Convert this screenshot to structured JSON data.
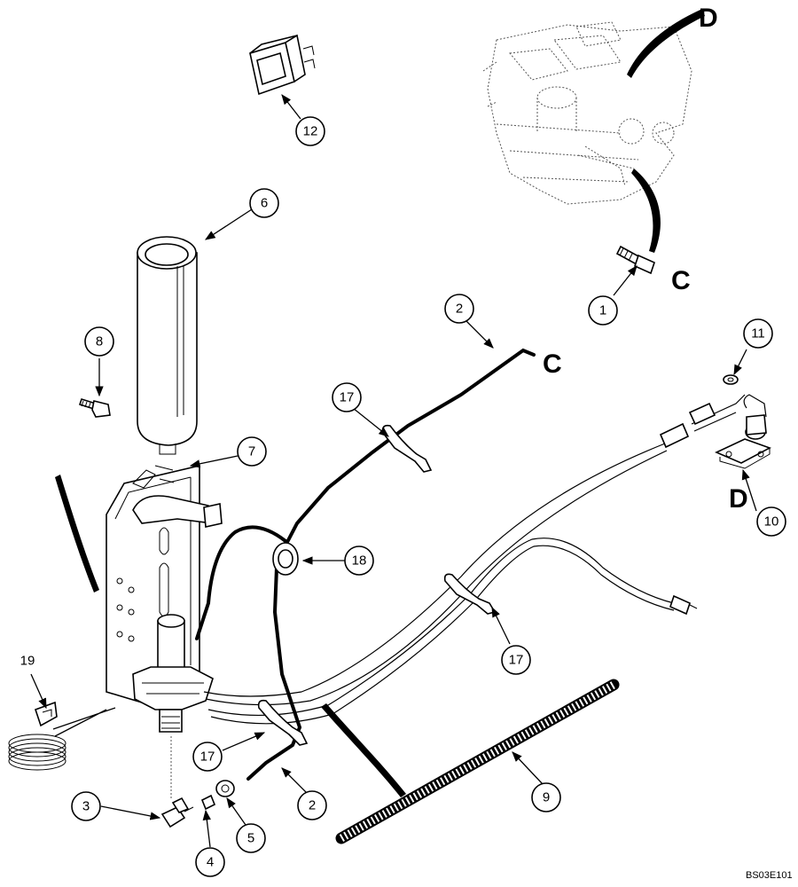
{
  "callouts": [
    "12",
    "6",
    "8",
    "7",
    "1",
    "2",
    "17",
    "11",
    "10",
    "18",
    "17",
    "19",
    "17",
    "3",
    "4",
    "5",
    "2",
    "9"
  ],
  "letters": [
    "D",
    "C",
    "C",
    "D"
  ],
  "document_id": "BS03E101",
  "colors": {
    "line": "#000000",
    "background": "#ffffff",
    "engine_ghost": "#555555"
  }
}
